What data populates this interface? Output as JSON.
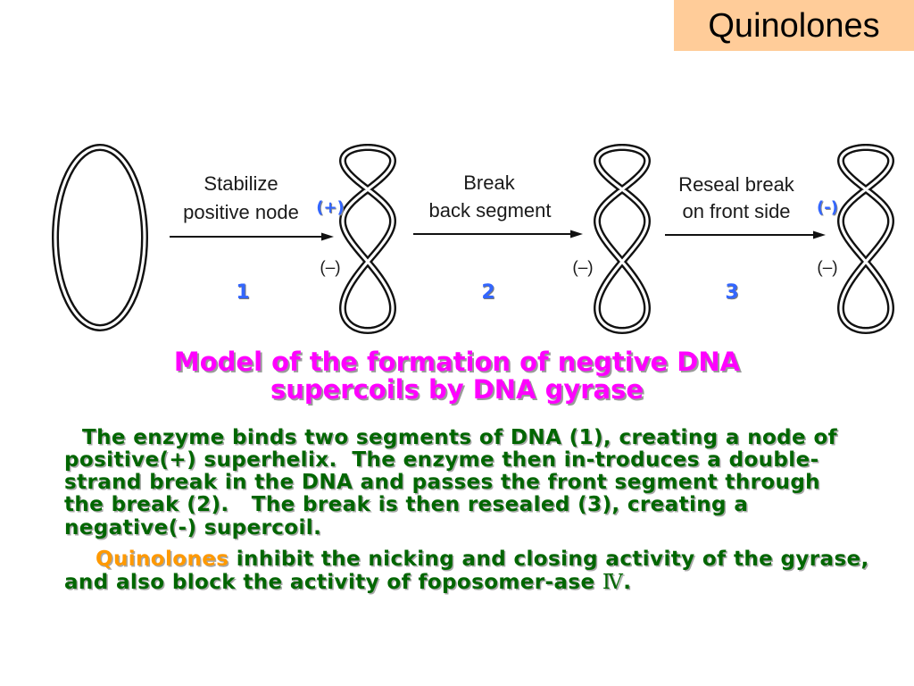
{
  "colors": {
    "corner_background": "#FFCC99",
    "caption": "#FF00FF",
    "body_text": "#006600",
    "highlight": "#FF9900",
    "step_marker": "#3366FF"
  },
  "slide": {
    "corner_title": "Quinolones"
  },
  "diagram": {
    "steps": [
      {
        "number": "1",
        "label_line1": "Stabilize",
        "label_line2": "positive node"
      },
      {
        "number": "2",
        "label_line1": "Break",
        "label_line2": "back segment"
      },
      {
        "number": "3",
        "label_line1": "Reseal break",
        "label_line2": "on front side"
      }
    ],
    "supercoils": [
      {
        "top_sign": "(+)",
        "bottom_sign": "(–)"
      },
      {
        "bottom_sign": "(–)"
      },
      {
        "top_sign": "(-)",
        "bottom_sign": "(–)"
      }
    ]
  },
  "caption": {
    "line1": "Model of the formation of negtive DNA",
    "line2": "supercoils by DNA gyrase"
  },
  "body": {
    "paragraph1_lines": [
      "The enzyme binds two segments of DNA (1), creating a node of",
      "positive(+) superhelix.  The enzyme then in-troduces a double-",
      "strand break in the DNA and passes the front segment through",
      "the break (2).   The break is then resealed (3), creating a",
      "negative(-) supercoil."
    ],
    "paragraph2": {
      "highlight": "Quinolones",
      "line1_rest": "inhibit the nicking and closing activity of the gyrase,",
      "line2": "and also block the activity of foposomer-ase",
      "numeral": "Ⅳ",
      "line2_end": "."
    }
  }
}
